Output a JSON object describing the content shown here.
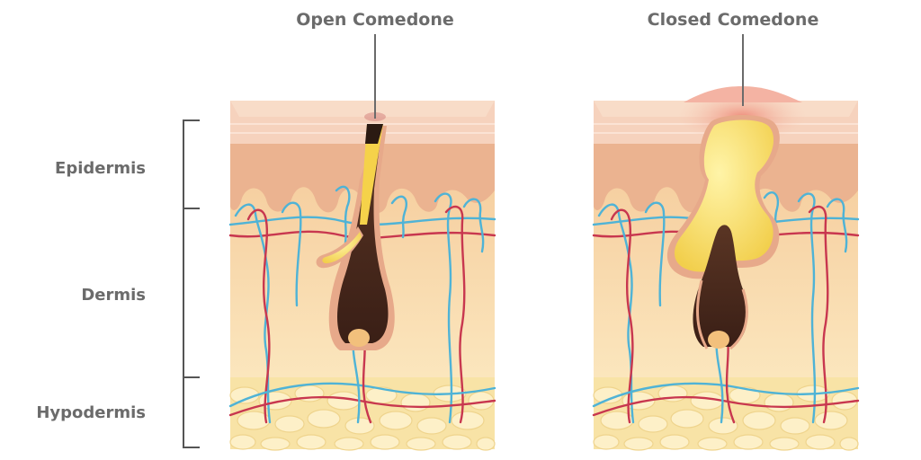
{
  "labels": {
    "open_comedone": "Open Comedone",
    "closed_comedone": "Closed Comedone",
    "epidermis": "Epidermis",
    "dermis": "Dermis",
    "hypodermis": "Hypodermis"
  },
  "colors": {
    "label_text": "#6b6b6b",
    "bracket": "#555555",
    "epidermis_top": "#f6d2bd",
    "epidermis": "#ebb390",
    "dermis": "#f9dcaa",
    "fat": "#f8e3a6",
    "artery": "#c8374f",
    "vein": "#4fb3d6",
    "follicle": "#4a2a1e",
    "sebum": "#f5d24a"
  }
}
